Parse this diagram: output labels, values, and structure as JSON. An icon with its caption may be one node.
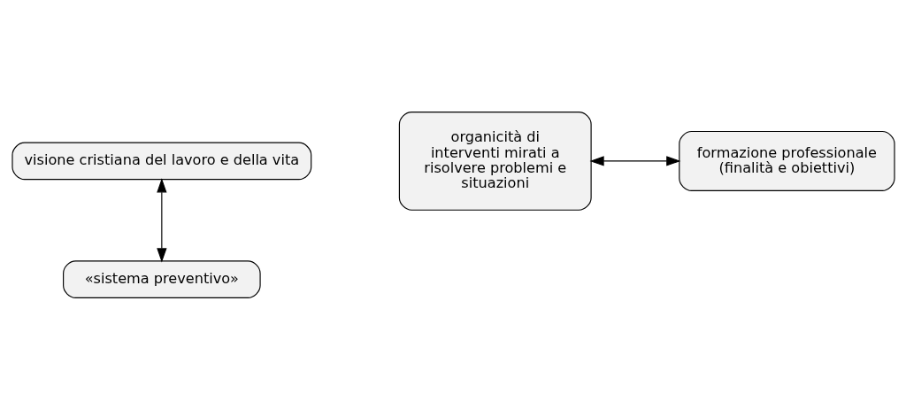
{
  "diagram": {
    "nodes": [
      {
        "text": [
          "visione cristiana del lavoro e della vita"
        ]
      },
      {
        "text": [
          "organicità di interventi mirati a risolvere problemi e situazioni"
        ]
      },
      {
        "text": [
          "formazione professionale (finalità e obiettivi)"
        ]
      },
      {
        "text": [
          "«sistema preventivo»"
        ]
      }
    ],
    "edges": [
      {
        "from": 0,
        "to": 3,
        "arrow": "both"
      },
      {
        "from": 1,
        "to": 2,
        "arrow": "both"
      }
    ]
  }
}
